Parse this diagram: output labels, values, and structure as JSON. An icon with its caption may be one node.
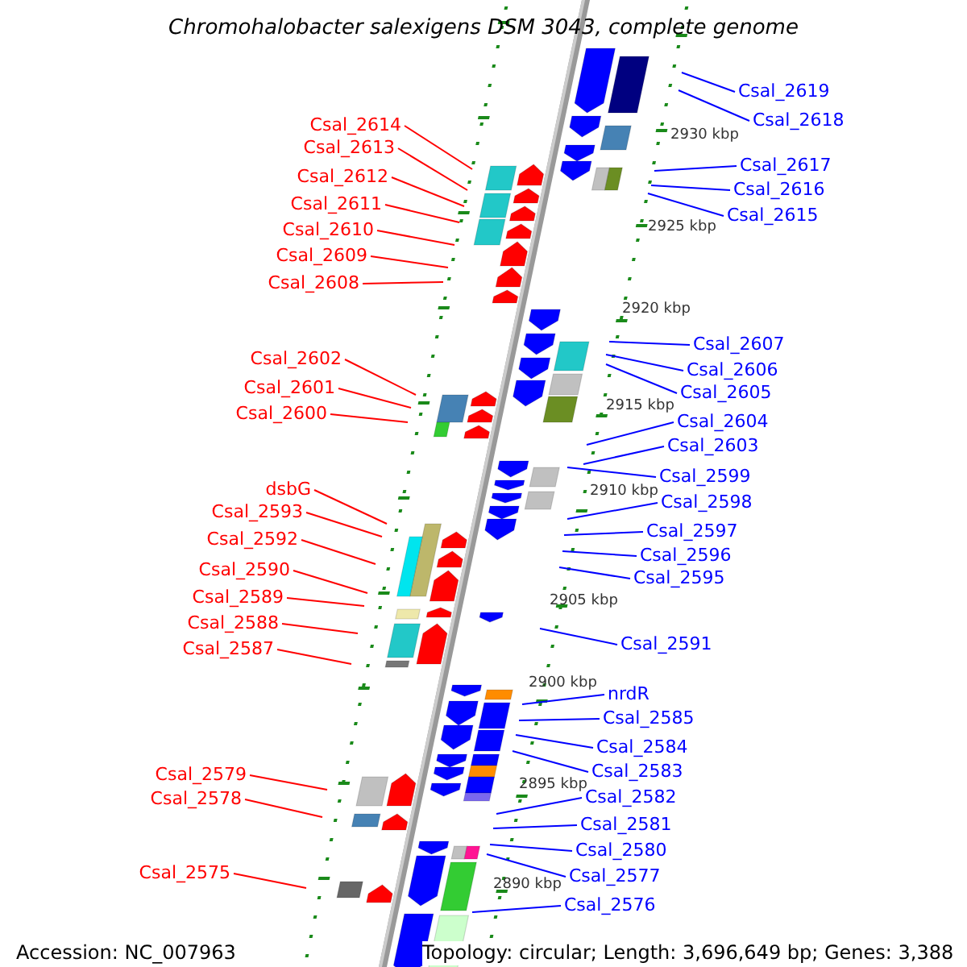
{
  "diagram": {
    "title": "Chromohalobacter salexigens DSM 3043, complete genome",
    "nodes": [
      {
        "text": [
          "Csal_2619"
        ]
      },
      {
        "text": [
          "Csal_2618"
        ]
      },
      {
        "text": [
          "Csal_2614"
        ]
      },
      {
        "text": [
          "Csal_2613"
        ]
      },
      {
        "text": [
          "Csal_2617"
        ]
      },
      {
        "text": [
          "Csal_2612"
        ]
      },
      {
        "text": [
          "Csal_2616"
        ]
      },
      {
        "text": [
          "Csal_2611"
        ]
      },
      {
        "text": [
          "Csal_2615"
        ]
      },
      {
        "text": [
          "Csal_2610"
        ]
      },
      {
        "text": [
          "Csal_2609"
        ]
      },
      {
        "text": [
          "Csal_2608"
        ]
      },
      {
        "text": [
          "Csal_2607"
        ]
      },
      {
        "text": [
          "Csal_2602"
        ]
      },
      {
        "text": [
          "Csal_2606"
        ]
      },
      {
        "text": [
          "Csal_2601"
        ]
      },
      {
        "text": [
          "Csal_2605"
        ]
      },
      {
        "text": [
          "Csal_2600"
        ]
      },
      {
        "text": [
          "Csal_2604"
        ]
      },
      {
        "text": [
          "Csal_2603"
        ]
      },
      {
        "text": [
          "Csal_2599"
        ]
      },
      {
        "text": [
          "dsbG"
        ]
      },
      {
        "text": [
          "Csal_2598"
        ]
      },
      {
        "text": [
          "Csal_2593"
        ]
      },
      {
        "text": [
          "Csal_2597"
        ]
      },
      {
        "text": [
          "Csal_2592"
        ]
      },
      {
        "text": [
          "Csal_2596"
        ]
      },
      {
        "text": [
          "Csal_2590"
        ]
      },
      {
        "text": [
          "Csal_2595"
        ]
      },
      {
        "text": [
          "Csal_2589"
        ]
      },
      {
        "text": [
          "Csal_2588"
        ]
      },
      {
        "text": [
          "Csal_2591"
        ]
      },
      {
        "text": [
          "Csal_2587"
        ]
      },
      {
        "text": [
          "nrdR"
        ]
      },
      {
        "text": [
          "Csal_2585"
        ]
      },
      {
        "text": [
          "Csal_2584"
        ]
      },
      {
        "text": [
          "Csal_2583"
        ]
      },
      {
        "text": [
          "Csal_2579"
        ]
      },
      {
        "text": [
          "Csal_2582"
        ]
      },
      {
        "text": [
          "Csal_2578"
        ]
      },
      {
        "text": [
          "Csal_2581"
        ]
      },
      {
        "text": [
          "Csal_2580"
        ]
      },
      {
        "text": [
          "Csal_2575"
        ]
      },
      {
        "text": [
          "Csal_2577"
        ]
      },
      {
        "text": [
          "Csal_2576"
        ]
      }
    ],
    "edges": [
      {
        "from": 0,
        "to": null,
        "arrow": "none"
      },
      {
        "from": 1,
        "to": null,
        "arrow": "none"
      },
      {
        "from": 2,
        "to": null,
        "arrow": "none",
        "color": "#ff0000"
      },
      {
        "from": 3,
        "to": null,
        "arrow": "none",
        "color": "#ff0000"
      },
      {
        "from": 4,
        "to": null,
        "arrow": "none"
      },
      {
        "from": 5,
        "to": null,
        "arrow": "none",
        "color": "#ff0000"
      },
      {
        "from": 6,
        "to": null,
        "arrow": "none"
      },
      {
        "from": 7,
        "to": null,
        "arrow": "none",
        "color": "#ff0000"
      },
      {
        "from": 8,
        "to": null,
        "arrow": "none"
      },
      {
        "from": 9,
        "to": null,
        "arrow": "none",
        "color": "#ff0000"
      },
      {
        "from": 10,
        "to": null,
        "arrow": "none",
        "color": "#ff0000"
      },
      {
        "from": 11,
        "to": null,
        "arrow": "none",
        "color": "#ff0000"
      },
      {
        "from": 12,
        "to": null,
        "arrow": "none"
      },
      {
        "from": 13,
        "to": null,
        "arrow": "none",
        "color": "#ff0000"
      },
      {
        "from": 14,
        "to": null,
        "arrow": "none"
      },
      {
        "from": 15,
        "to": null,
        "arrow": "none",
        "color": "#ff0000"
      },
      {
        "from": 16,
        "to": null,
        "arrow": "none"
      },
      {
        "from": 17,
        "to": null,
        "arrow": "none",
        "color": "#ff0000"
      },
      {
        "from": 18,
        "to": null,
        "arrow": "none"
      },
      {
        "from": 19,
        "to": null,
        "arrow": "none"
      },
      {
        "from": 20,
        "to": null,
        "arrow": "none"
      },
      {
        "from": 21,
        "to": null,
        "arrow": "none",
        "color": "#ff0000"
      },
      {
        "from": 22,
        "to": null,
        "arrow": "none"
      },
      {
        "from": 23,
        "to": null,
        "arrow": "none",
        "color": "#ff0000"
      },
      {
        "from": 24,
        "to": null,
        "arrow": "none"
      },
      {
        "from": 25,
        "to": null,
        "arrow": "none",
        "color": "#ff0000"
      },
      {
        "from": 26,
        "to": null,
        "arrow": "none"
      },
      {
        "from": 27,
        "to": null,
        "arrow": "none",
        "color": "#ff0000"
      },
      {
        "from": 28,
        "to": null,
        "arrow": "none"
      },
      {
        "from": 29,
        "to": null,
        "arrow": "none",
        "color": "#ff0000"
      },
      {
        "from": 30,
        "to": null,
        "arrow": "none",
        "color": "#ff0000"
      },
      {
        "from": 31,
        "to": null,
        "arrow": "none"
      },
      {
        "from": 32,
        "to": null,
        "arrow": "none",
        "color": "#ff0000"
      },
      {
        "from": 33,
        "to": null,
        "arrow": "none"
      },
      {
        "from": 34,
        "to": null,
        "arrow": "none"
      },
      {
        "from": 35,
        "to": null,
        "arrow": "none"
      },
      {
        "from": 36,
        "to": null,
        "arrow": "none"
      },
      {
        "from": 37,
        "to": null,
        "arrow": "none",
        "color": "#ff0000"
      },
      {
        "from": 38,
        "to": null,
        "arrow": "none"
      },
      {
        "from": 39,
        "to": null,
        "arrow": "none",
        "color": "#ff0000"
      },
      {
        "from": 40,
        "to": null,
        "arrow": "none"
      },
      {
        "from": 41,
        "to": null,
        "arrow": "none"
      },
      {
        "from": 42,
        "to": null,
        "arrow": "none",
        "color": "#ff0000"
      },
      {
        "from": 43,
        "to": null,
        "arrow": "none"
      },
      {
        "from": 44,
        "to": null,
        "arrow": "none"
      }
    ],
    "labels": [
      "2930 kbp",
      "2925 kbp",
      "2920 kbp",
      "2915 kbp",
      "2910 kbp",
      "2905 kbp",
      "2900 kbp",
      "2895 kbp",
      "2890 kbp",
      "Accession: NC_007963",
      "Topology: circular; Length: 3,696,649 bp; Genes: 3,388"
    ]
  }
}
